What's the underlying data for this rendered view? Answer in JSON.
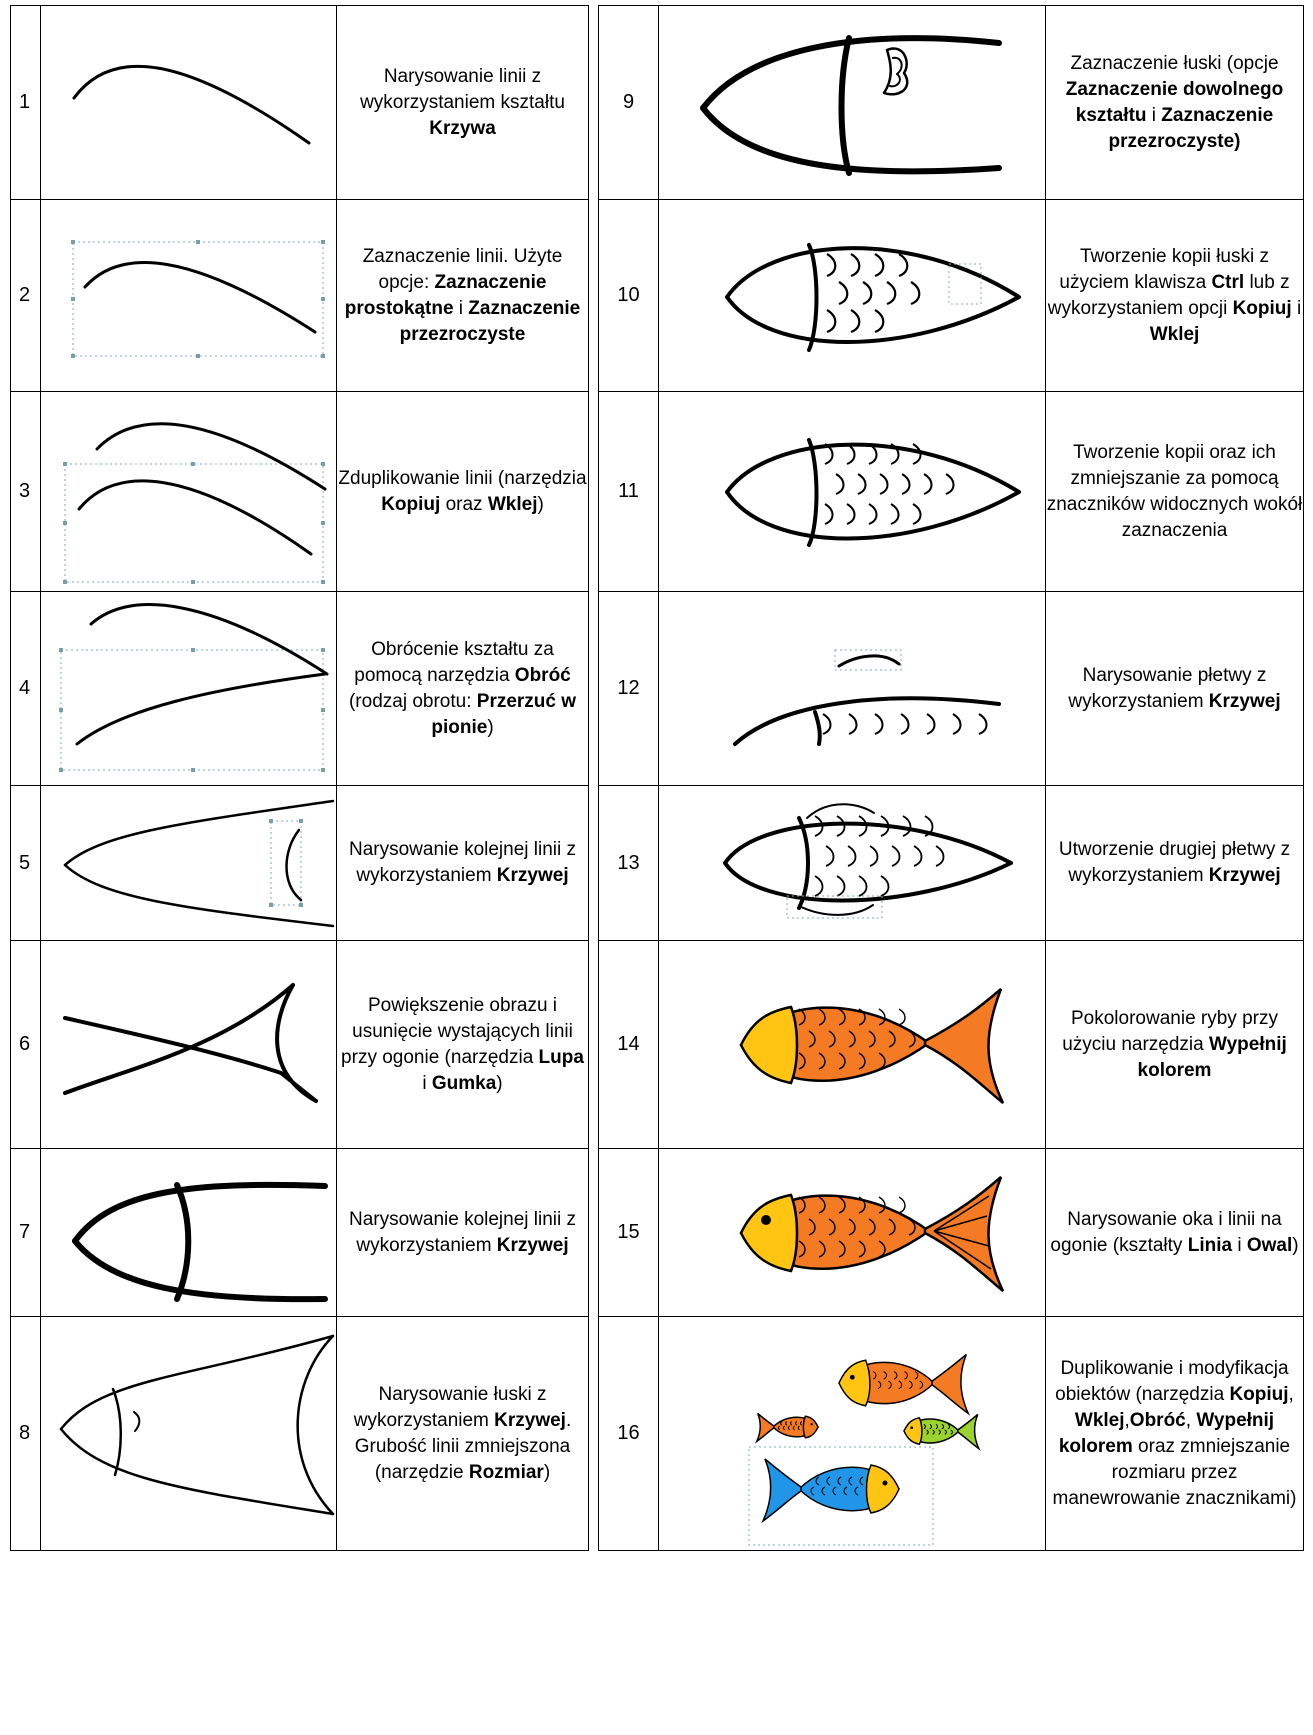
{
  "left_steps": [
    {
      "num": "1",
      "desc": [
        [
          "Narysowanie linii z wykorzystaniem kształtu ",
          false
        ],
        [
          "Krzywa",
          true
        ]
      ]
    },
    {
      "num": "2",
      "desc": [
        [
          "Zaznaczenie linii. Użyte opcje: ",
          false
        ],
        [
          "Zaznaczenie prostokątne",
          true
        ],
        [
          " i ",
          false
        ],
        [
          "Zaznaczenie przezroczyste",
          true
        ]
      ]
    },
    {
      "num": "3",
      "desc": [
        [
          "Zduplikowanie linii (narzędzia ",
          false
        ],
        [
          "Kopiuj",
          true
        ],
        [
          " oraz ",
          false
        ],
        [
          "Wklej",
          true
        ],
        [
          ")",
          false
        ]
      ]
    },
    {
      "num": "4",
      "desc": [
        [
          "Obrócenie kształtu za pomocą narzędzia ",
          false
        ],
        [
          "Obróć",
          true
        ],
        [
          " (rodzaj obrotu: ",
          false
        ],
        [
          "Przerzuć w pionie",
          true
        ],
        [
          ")",
          false
        ]
      ]
    },
    {
      "num": "5",
      "desc": [
        [
          "Narysowanie kolejnej linii z wykorzystaniem ",
          false
        ],
        [
          "Krzywej",
          true
        ]
      ]
    },
    {
      "num": "6",
      "desc": [
        [
          "Powiększenie obrazu i usunięcie wystających linii przy ogonie (narzędzia ",
          false
        ],
        [
          "Lupa",
          true
        ],
        [
          " i ",
          false
        ],
        [
          "Gumka",
          true
        ],
        [
          ")",
          false
        ]
      ]
    },
    {
      "num": "7",
      "desc": [
        [
          "Narysowanie kolejnej linii z wykorzystaniem ",
          false
        ],
        [
          "Krzywej",
          true
        ]
      ]
    },
    {
      "num": "8",
      "desc": [
        [
          "Narysowanie łuski z wykorzystaniem ",
          false
        ],
        [
          "Krzywej",
          true
        ],
        [
          ". Grubość linii zmniejszona (narzędzie ",
          false
        ],
        [
          "Rozmiar",
          true
        ],
        [
          ")",
          false
        ]
      ]
    }
  ],
  "right_steps": [
    {
      "num": "9",
      "desc": [
        [
          "Zaznaczenie łuski (opcje ",
          false
        ],
        [
          "Zaznaczenie dowolnego kształtu",
          true
        ],
        [
          " i ",
          false
        ],
        [
          "Zaznaczenie przezroczyste)",
          true
        ]
      ]
    },
    {
      "num": "10",
      "desc": [
        [
          "Tworzenie kopii łuski z użyciem klawisza ",
          false
        ],
        [
          "Ctrl",
          true
        ],
        [
          " lub z wykorzystaniem opcji ",
          false
        ],
        [
          "Kopiuj",
          true
        ],
        [
          " i ",
          false
        ],
        [
          "Wklej",
          true
        ]
      ]
    },
    {
      "num": "11",
      "desc": [
        [
          "Tworzenie kopii oraz ich zmniejszanie za pomocą znaczników widocznych wokół zaznaczenia",
          false
        ]
      ]
    },
    {
      "num": "12",
      "desc": [
        [
          "Narysowanie płetwy z wykorzystaniem ",
          false
        ],
        [
          "Krzywej",
          true
        ]
      ]
    },
    {
      "num": "13",
      "desc": [
        [
          "Utworzenie drugiej płetwy z wykorzystaniem ",
          false
        ],
        [
          "Krzywej",
          true
        ]
      ]
    },
    {
      "num": "14",
      "desc": [
        [
          "Pokolorowanie ryby przy użyciu narzędzia ",
          false
        ],
        [
          "Wypełnij kolorem",
          true
        ]
      ]
    },
    {
      "num": "15",
      "desc": [
        [
          "Narysowanie oka i linii na ogonie (kształty ",
          false
        ],
        [
          "Linia",
          true
        ],
        [
          " i ",
          false
        ],
        [
          "Owal",
          true
        ],
        [
          ")",
          false
        ]
      ]
    },
    {
      "num": "16",
      "desc": [
        [
          "Duplikowanie i modyfikacja obiektów (narzędzia ",
          false
        ],
        [
          "Kopiuj",
          true
        ],
        [
          ", ",
          false
        ],
        [
          "Wklej",
          true
        ],
        [
          ",",
          false
        ],
        [
          "Obróć",
          true
        ],
        [
          ", ",
          false
        ],
        [
          "Wypełnij kolorem",
          true
        ],
        [
          " oraz zmniejszanie rozmiaru przez manewrowanie znacznikami)",
          false
        ]
      ]
    }
  ],
  "colors": {
    "body_orange": "#f57a24",
    "head_yellow": "#ffc512",
    "fish_green": "#9ad22e",
    "fish_blue": "#2196e8",
    "selection": "#88aab0"
  }
}
